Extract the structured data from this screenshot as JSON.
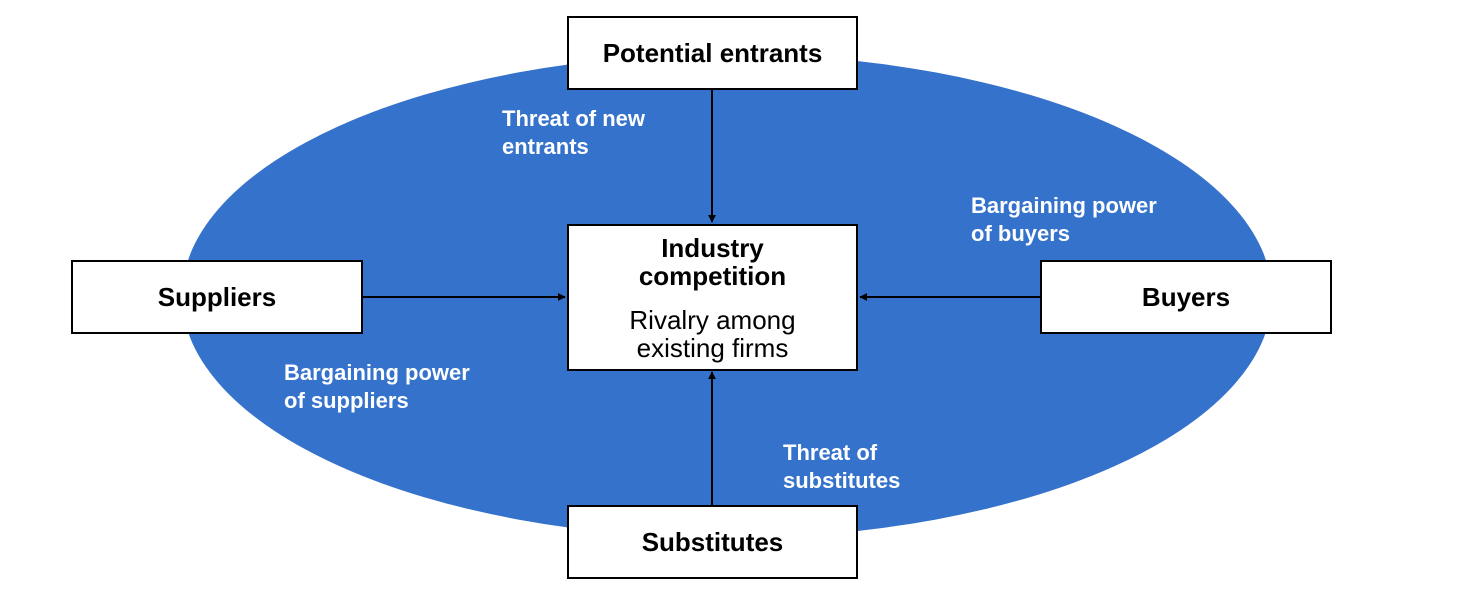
{
  "colors": {
    "ellipse": "#3572cb",
    "box_bg": "#ffffff",
    "stroke": "#000000",
    "label": "#ffffff"
  },
  "boxes": {
    "potential_entrants": "Potential entrants",
    "suppliers": "Suppliers",
    "buyers": "Buyers",
    "substitutes": "Substitutes"
  },
  "center": {
    "title_line1": "Industry",
    "title_line2": "competition",
    "sub_line1": "Rivalry among",
    "sub_line2": "existing firms"
  },
  "labels": {
    "new_entrants": [
      "Threat of new",
      "entrants"
    ],
    "buyers_power": [
      "Bargaining power",
      "of buyers"
    ],
    "suppliers_power": [
      "Bargaining power",
      "of suppliers"
    ],
    "substitutes": [
      "Threat of",
      "substitutes"
    ]
  }
}
